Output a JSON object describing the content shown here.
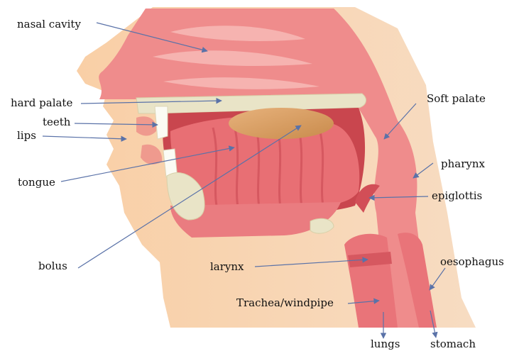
{
  "diagram": {
    "labels": {
      "nasal_cavity": "nasal cavity",
      "hard_palate": "hard palate",
      "teeth": "teeth",
      "lips": "lips",
      "tongue": "tongue",
      "bolus": "bolus",
      "soft_palate": "Soft palate",
      "pharynx": "pharynx",
      "epiglottis": "epiglottis",
      "larynx": "larynx",
      "oesophagus": "oesophagus",
      "trachea": "Trachea/windpipe",
      "lungs": "lungs",
      "stomach": "stomach"
    }
  }
}
